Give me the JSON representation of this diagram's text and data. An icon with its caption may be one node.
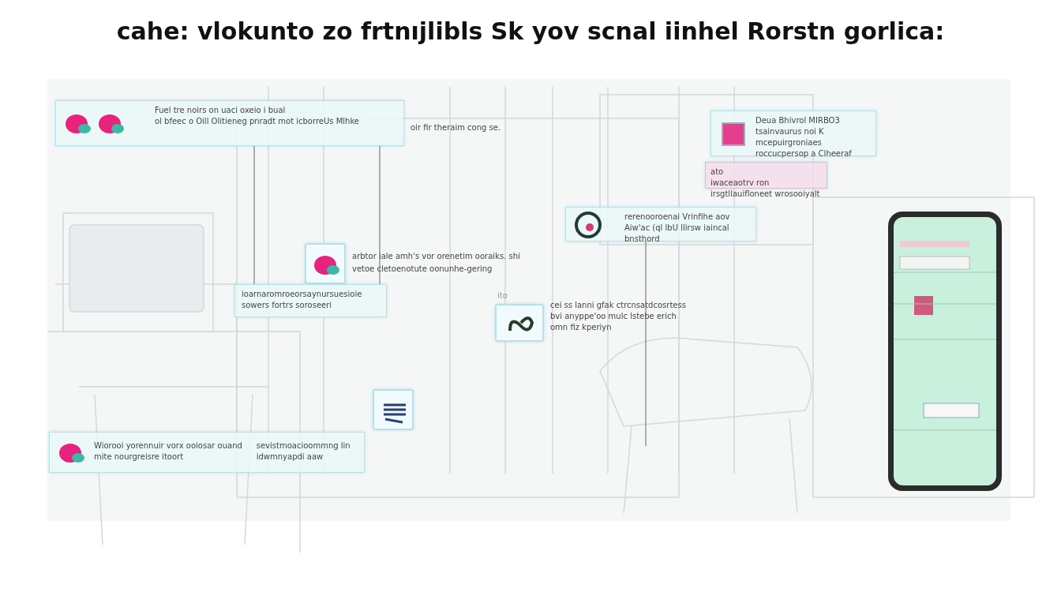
{
  "diagram": {
    "title": "cahe: vlokunto zo frtnıjlibls Sk yov scnal iinhel Rorstn gorlica:",
    "nodes": [
      {
        "text": [
          "Fuel tre noirs on uaci oxeio i bual",
          "ol bfeec o Oill Olitieneg pnradt mot icborreUs Mlhke"
        ],
        "beside": [
          "oir fir theraim cong se."
        ]
      },
      {
        "text": [],
        "shape": "picture",
        "beside": [
          "arbtor iale amh's vor orenetim ooraiks. shi",
          "vetoe cletoenotute oonunhe-gering"
        ]
      },
      {
        "text": [
          "ioarnaromroeorsaynursuesioie",
          "sowers fortrs soroseeri"
        ]
      },
      {
        "text": [
          "rerenooroenai Vrinfihe aov Aiw'ac (ql lbU llirsw iaincal bnsthord"
        ]
      },
      {
        "text": [
          "Deua Bhivrol MIRBO3",
          "tsainvaurus noi K mcepuirgroniaes",
          "roccucpersop a Clheeraf"
        ]
      },
      {
        "text": [
          "ato",
          "iwaceaotrv ron irsgtllauifloneet wrosooiyalt"
        ]
      },
      {
        "text": [],
        "shape": "picture",
        "beside": [
          "ito",
          "cei ss lanni gfak ctrcnsatdcosrtess bvi anyppe'oo mulc lstebe erich omn fiz kperiyn"
        ]
      },
      {
        "text": [],
        "shape": "picture"
      },
      {
        "text": [
          "Wiorooi yorennuir vorx ooiosar ouand mite nourgreisre itoort",
          "sevistmoacioommng lin idwmnyapdi aaw"
        ]
      }
    ],
    "edges": [
      {
        "from": 0,
        "to": 2,
        "arrow": "none"
      },
      {
        "from": 0,
        "to": 2,
        "arrow": "none"
      },
      {
        "from": 3,
        "to": null,
        "arrow": "none"
      }
    ]
  }
}
